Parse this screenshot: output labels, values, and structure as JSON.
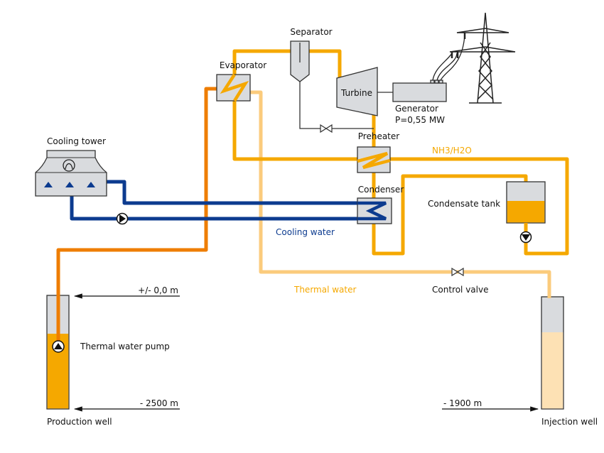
{
  "labels": {
    "separator": "Separator",
    "evaporator": "Evaporator",
    "turbine": "Turbine",
    "generator": "Generator",
    "power": "P=0,55 MW",
    "preheater": "Preheater",
    "fluid": "NH3/H2O",
    "condenser": "Condenser",
    "condensate_tank": "Condensate tank",
    "cooling_tower": "Cooling tower",
    "cooling_water": "Cooling water",
    "thermal_water": "Thermal water",
    "control_valve": "Control valve",
    "surface_level": "+/- 0,0 m",
    "production_depth": "- 2500 m",
    "injection_depth": "- 1900 m",
    "thermal_water_pump": "Thermal water pump",
    "production_well": "Production well",
    "injection_well": "Injection well"
  },
  "colors": {
    "working_fluid": "#f5a800",
    "hot_thermal_water": "#ee7d00",
    "cooled_thermal_water": "#fbcb7c",
    "cooling_water": "#0c3b8f",
    "equipment": "#d9dbde"
  }
}
